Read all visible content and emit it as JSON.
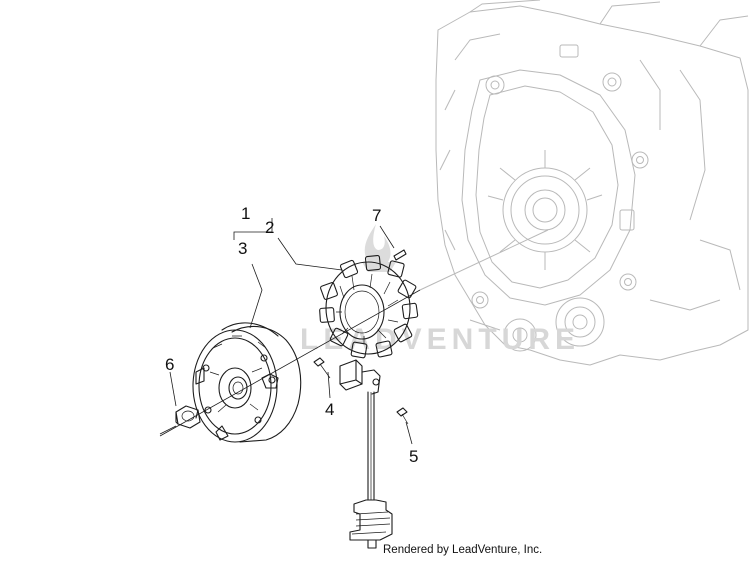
{
  "callouts": [
    {
      "id": "1",
      "label": "1"
    },
    {
      "id": "2",
      "label": "2"
    },
    {
      "id": "3",
      "label": "3"
    },
    {
      "id": "4",
      "label": "4"
    },
    {
      "id": "5",
      "label": "5"
    },
    {
      "id": "6",
      "label": "6"
    },
    {
      "id": "7",
      "label": "7"
    }
  ],
  "watermark": {
    "text": "LEADVENTURE"
  },
  "footer": {
    "text": "Rendered by LeadVenture, Inc."
  },
  "colors": {
    "ink": "#1d1d1d",
    "background_part": "#b9b9b9",
    "watermark": "#d7d7d7"
  },
  "parts": [
    {
      "name": "engine-crankcase",
      "in_background": true
    },
    {
      "name": "flywheel-rotor"
    },
    {
      "name": "stator"
    },
    {
      "name": "pickup-sensor"
    },
    {
      "name": "wiring-harness-connector"
    },
    {
      "name": "screw"
    },
    {
      "name": "key"
    },
    {
      "name": "flywheel-nut"
    }
  ]
}
